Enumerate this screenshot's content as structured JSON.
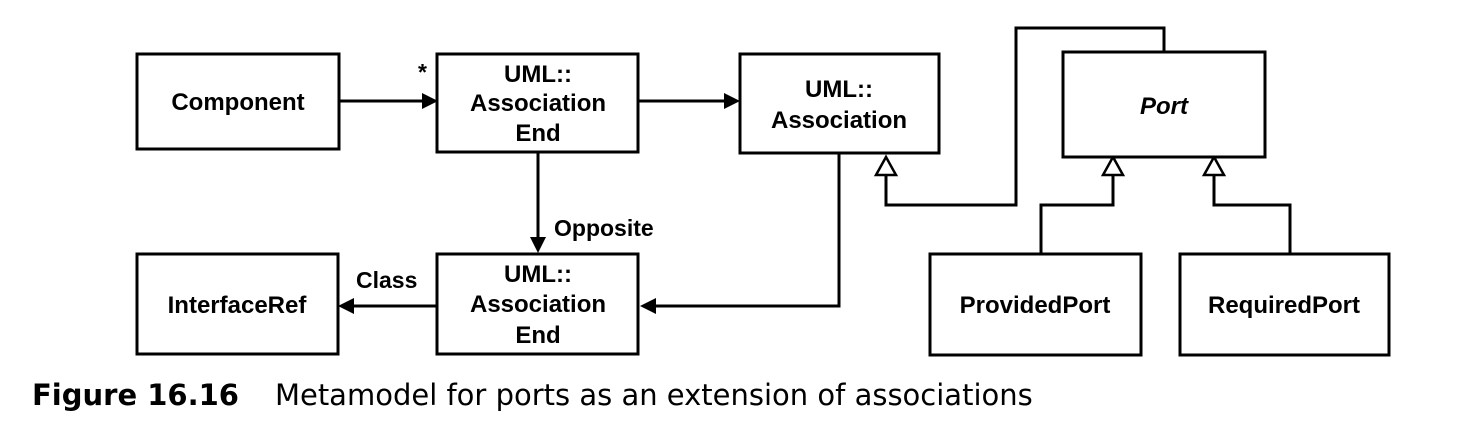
{
  "nodes": {
    "component": {
      "lines": [
        "Component"
      ],
      "italic": false
    },
    "association_end_top": {
      "lines": [
        "UML::",
        "Association",
        "End"
      ],
      "italic": false
    },
    "association": {
      "lines": [
        "UML::",
        "Association"
      ],
      "italic": false
    },
    "port": {
      "lines": [
        "Port"
      ],
      "italic": true
    },
    "interface_ref": {
      "lines": [
        "InterfaceRef"
      ],
      "italic": false
    },
    "association_end_bottom": {
      "lines": [
        "UML::",
        "Association",
        "End"
      ],
      "italic": false
    },
    "provided_port": {
      "lines": [
        "ProvidedPort"
      ],
      "italic": false
    },
    "required_port": {
      "lines": [
        "RequiredPort"
      ],
      "italic": false
    }
  },
  "edges": [
    {
      "id": "component-to-end",
      "from": "component",
      "to": "association_end_top",
      "kind": "association",
      "label": "",
      "multiplicity": "*"
    },
    {
      "id": "end-to-association",
      "from": "association_end_top",
      "to": "association",
      "kind": "association",
      "label": "",
      "multiplicity": ""
    },
    {
      "id": "end-opposite",
      "from": "association_end_top",
      "to": "association_end_bottom",
      "kind": "association",
      "label": "Opposite",
      "multiplicity": ""
    },
    {
      "id": "end-class",
      "from": "association_end_bottom",
      "to": "interface_ref",
      "kind": "association",
      "label": "Class",
      "multiplicity": ""
    },
    {
      "id": "association-to-end",
      "from": "association",
      "to": "association_end_bottom",
      "kind": "association",
      "label": "",
      "multiplicity": ""
    },
    {
      "id": "port-extends-association",
      "from": "port",
      "to": "association",
      "kind": "generalization",
      "label": "",
      "multiplicity": ""
    },
    {
      "id": "provided-extends-port",
      "from": "provided_port",
      "to": "port",
      "kind": "generalization",
      "label": "",
      "multiplicity": ""
    },
    {
      "id": "required-extends-port",
      "from": "required_port",
      "to": "port",
      "kind": "generalization",
      "label": "",
      "multiplicity": ""
    }
  ],
  "caption": {
    "number": "Figure 16.16",
    "text": "Metamodel for ports as an extension of associations"
  }
}
